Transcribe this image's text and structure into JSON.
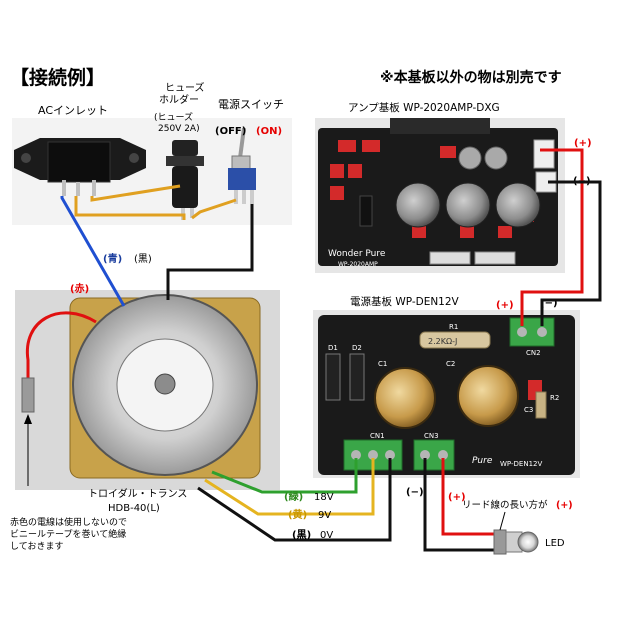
{
  "title": "【接続例】",
  "note": "※本基板以外の物は別売です",
  "ac_inlet": "ACインレット",
  "fuse_holder_line1": "ヒューズ",
  "fuse_holder_line2": "ホルダー",
  "fuse_spec_line1": "(ヒューズ",
  "fuse_spec_line2": "250V 2A)",
  "power_switch": "電源スイッチ",
  "switch_off": "(OFF)",
  "switch_on": "(ON)",
  "amp_board": "アンプ基板 WP-2020AMP-DXG",
  "amp_silk_1": "Wonder Pure",
  "amp_silk_2": "WP-2020AMP",
  "amp_plus": "(+)",
  "amp_minus": "(−)",
  "wire_blue": "(青)",
  "wire_black": "(黒)",
  "wire_red": "(赤)",
  "psu_board": "電源基板 WP-DEN12V",
  "psu_plus": "(+)",
  "psu_minus": "(−)",
  "psu_r1": "R1",
  "psu_r1_value": "2.2KΩ-J",
  "psu_d1": "D1",
  "psu_d2": "D2",
  "psu_c1": "C1",
  "psu_c2": "C2",
  "psu_c3": "C3",
  "psu_r2": "R2",
  "psu_cn1": "CN1",
  "psu_cn2": "CN2",
  "psu_cn3": "CN3",
  "psu_silk_1": "Pure",
  "psu_silk_2": "WP-DEN12V",
  "transformer_line1": "トロイダル・トランス",
  "transformer_line2": "HDB-40(L)",
  "out_green": "(緑)",
  "out_green_v": "18V",
  "out_yellow": "(黄)",
  "out_yellow_v": "9V",
  "out_black": "(黒)",
  "out_black_v": "0V",
  "red_note_1": "赤色の電線は使用しないので",
  "red_note_2": "ビニールテープを巻いて絶縁",
  "red_note_3": "しておきます",
  "led_minus": "(−)",
  "led_plus": "(+)",
  "led_note": "リード線の長い方が",
  "led_note_plus": "(+)",
  "led_label": "LED",
  "colors": {
    "red_text": "#e60000",
    "blue_text": "#1a3d9e",
    "green_text": "#2f8a1f",
    "yellow_text": "#c99700",
    "wire_blue": "#1f4fd1",
    "wire_orange": "#e0a020",
    "wire_green": "#2ea02e",
    "wire_yellow": "#e5b420",
    "wire_black": "#111111",
    "wire_red": "#e01010",
    "pcb": "#1a1a1a",
    "terminal_green": "#3aa648"
  }
}
